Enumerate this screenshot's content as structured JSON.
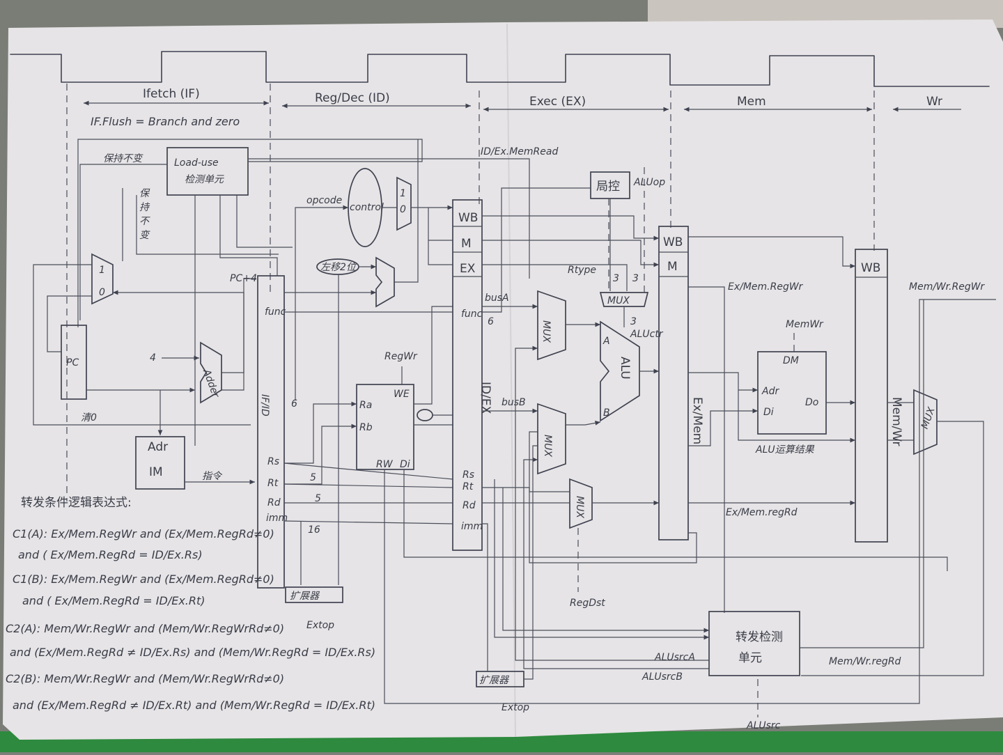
{
  "stages": [
    "Ifetch (IF)",
    "Reg/Dec (ID)",
    "Exec (EX)",
    "Mem",
    "Wr"
  ],
  "flush_note": "IF.Flush = Branch and zero",
  "units": {
    "load_use": [
      "Load-use",
      "检测单元"
    ],
    "control": "control",
    "opcode": "opcode",
    "sign_ext": "左移2位",
    "adder": "Adder",
    "four": "4",
    "pc": "PC",
    "pc_plus4": "PC+4",
    "im_adr": "Adr",
    "im": "IM",
    "instr": "指令",
    "clear0": "清0",
    "if_id": "IF/ID",
    "id_ex": "ID/EX",
    "ex_mem": "Ex/Mem",
    "mem_wr": "Mem/Wr",
    "regfile_we": "WE",
    "regfile_ports": [
      "Ra",
      "Rb",
      "RW",
      "Di"
    ],
    "regwr": "RegWr",
    "dm": "DM",
    "dm_ports": [
      "Adr",
      "Di",
      "Do"
    ],
    "memwr": "MemWr",
    "alu": "ALU",
    "alu_ports": [
      "A",
      "B"
    ],
    "local_ctrl": "局控",
    "aluop": "ALUop",
    "rtype": "Rtype",
    "aluctr": "ALUctr",
    "mux": "MUX",
    "forwarding_unit": [
      "转发检测",
      "单元"
    ],
    "extender": "扩展器",
    "extop": "Extop",
    "regdst": "RegDst",
    "alusrc": "ALUsrc",
    "alusrc_a": "ALUsrcA",
    "alusrc_b": "ALUsrcB",
    "busA": "busA",
    "busB": "busB",
    "alu_result": "ALU运算结果"
  },
  "fields": [
    "func",
    "Rs",
    "Rt",
    "Rd",
    "imm"
  ],
  "pipe_fields": [
    "WB",
    "M",
    "EX"
  ],
  "side_notes": {
    "hold": "保持不变",
    "hold_v": [
      "保",
      "持",
      "不",
      "变"
    ],
    "memread": "ID/Ex.MemRead",
    "ex_mem_regwr": "Ex/Mem.RegWr",
    "mem_wr_regwr": "Mem/Wr.RegWr",
    "ex_mem_regrd": "Ex/Mem.regRd",
    "mem_wr_regrd": "Mem/Wr.regRd"
  },
  "formulas": {
    "title": "转发条件逻辑表达式:",
    "lines": [
      "C1(A): Ex/Mem.RegWr  and (Ex/Mem.RegRd≠0)",
      "and ( Ex/Mem.RegRd = ID/Ex.Rs)",
      "C1(B):  Ex/Mem.RegWr and (Ex/Mem.RegRd≠0)",
      "and ( Ex/Mem.RegRd = ID/Ex.Rt)",
      "C2(A): Mem/Wr.RegWr  and (Mem/Wr.RegWrRd≠0)",
      "and (Ex/Mem.RegRd ≠ ID/Ex.Rs) and (Mem/Wr.RegRd = ID/Ex.Rs)",
      "C2(B): Mem/Wr.RegWr and (Mem/Wr.RegWrRd≠0)",
      "and (Ex/Mem.RegRd ≠ ID/Ex.Rt) and (Mem/Wr.RegRd = ID/Ex.Rt)"
    ]
  },
  "bit_widths": [
    "6",
    "5",
    "5",
    "16",
    "3",
    "3",
    "3",
    "6"
  ]
}
